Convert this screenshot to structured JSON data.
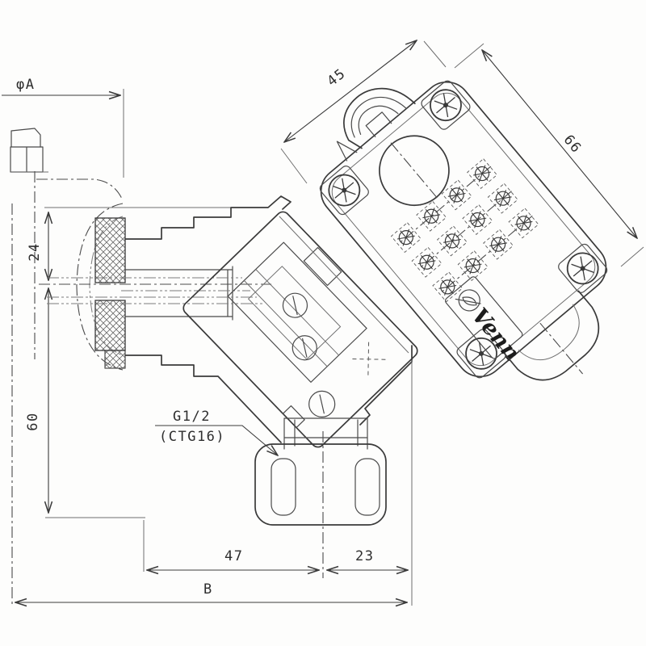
{
  "drawing": {
    "brand": "Venn",
    "dimensions": {
      "diameter": "φA",
      "height_24": "24",
      "height_60": "60",
      "width_47": "47",
      "width_23": "23",
      "width_total": "B",
      "plan_width": "45",
      "plan_length": "66"
    },
    "thread": {
      "size": "G1/2",
      "standard": "(CTG16)"
    }
  }
}
